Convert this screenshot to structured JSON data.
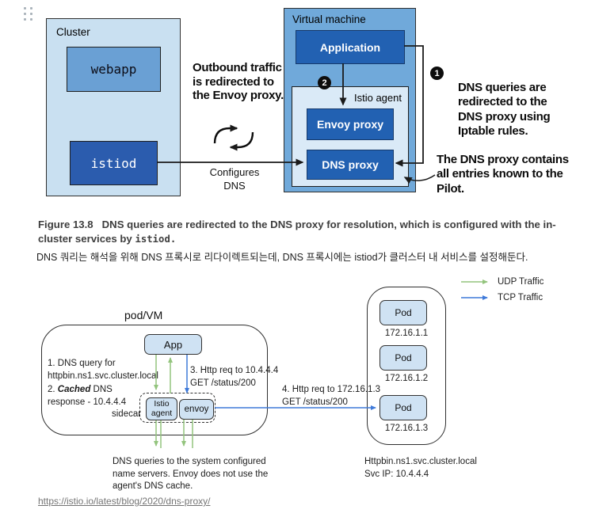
{
  "figure1": {
    "cluster": {
      "label": "Cluster",
      "webapp": "webapp",
      "istiod": "istiod"
    },
    "vm": {
      "label": "Virtual machine",
      "application": "Application",
      "agent_label": "Istio agent",
      "envoy": "Envoy proxy",
      "dns": "DNS proxy"
    },
    "badges": {
      "one": "1",
      "two": "2"
    },
    "annotations": {
      "outbound": "Outbound traffic\nis redirected to\nthe Envoy proxy.",
      "configures": "Configures\nDNS",
      "dns_queries": "DNS queries are\nredirected to the\nDNS proxy using\nIptable rules.",
      "dns_proxy": "The DNS proxy contains\nall entries known to the\nPilot."
    }
  },
  "caption": {
    "label": "Figure 13.8",
    "text": "DNS queries are redirected to the DNS proxy for resolution, which is configured with the in-cluster services by ",
    "code": "istiod."
  },
  "korean_note": "DNS 쿼리는 해석을 위해 DNS 프록시로 리다이렉트되는데, DNS 프록시에는 istiod가 클러스터 내 서비스를 설정해둔다.",
  "figure2": {
    "legend": [
      {
        "label": "UDP Traffic",
        "color": "#93c47d"
      },
      {
        "label": "TCP Traffic",
        "color": "#3f7ad9"
      }
    ],
    "pod_vm_label": "pod/VM",
    "app": "App",
    "sidecar_label": "sidecar",
    "istio_agent": "Istio\nagent",
    "envoy": "envoy",
    "notes": {
      "n1": "1. DNS query for\nhttpbin.ns1.svc.cluster.local",
      "n2_prefix": "2. ",
      "n2_em": "Cached",
      "n2_rest": " DNS\nresponse - 10.4.4.4",
      "n3": "3. Http req to 10.4.4.4\nGET /status/200",
      "n4": "4. Http req to 172.16.1.3\nGET /status/200",
      "dns_note": "DNS queries to the system configured\nname servers. Envoy does not use the\nagent's DNS cache."
    },
    "pods": [
      {
        "name": "Pod",
        "ip": "172.16.1.1"
      },
      {
        "name": "Pod",
        "ip": "172.16.1.2"
      },
      {
        "name": "Pod",
        "ip": "172.16.1.3"
      }
    ],
    "svc": "Httpbin.ns1.svc.cluster.local\nSvc IP: 10.4.4.4"
  },
  "link": "https://istio.io/latest/blog/2020/dns-proxy/",
  "colors": {
    "cluster_bg": "#c9e0f1",
    "webapp_bg": "#6aa0d4",
    "dark_blue_box": "#2261b2",
    "istiod_bg": "#2b5cae",
    "vm_bg": "#70a9da",
    "agent_bg": "#daeaf7",
    "light_blue_box": "#cfe2f3",
    "udp_green": "#93c47d",
    "tcp_blue": "#3f7ad9"
  }
}
